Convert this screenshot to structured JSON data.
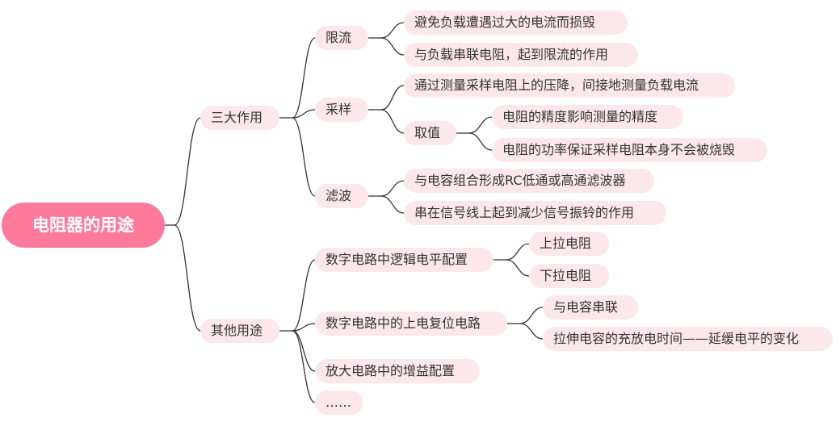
{
  "root": "电阻器的用途",
  "branches": [
    {
      "label": "三大作用",
      "children": [
        {
          "label": "限流",
          "children": [
            {
              "label": "避免负载遭遇过大的电流而损毁"
            },
            {
              "label": "与负载串联电阻，起到限流的作用"
            }
          ]
        },
        {
          "label": "采样",
          "children": [
            {
              "label": "通过测量采样电阻上的压降，间接地测量负载电流"
            },
            {
              "label": "取值",
              "children": [
                {
                  "label": "电阻的精度影响测量的精度"
                },
                {
                  "label": "电阻的功率保证采样电阻本身不会被烧毁"
                }
              ]
            }
          ]
        },
        {
          "label": "滤波",
          "children": [
            {
              "label": "与电容组合形成RC低通或高通滤波器"
            },
            {
              "label": "串在信号线上起到减少信号振铃的作用"
            }
          ]
        }
      ]
    },
    {
      "label": "其他用途",
      "children": [
        {
          "label": "数字电路中逻辑电平配置",
          "children": [
            {
              "label": "上拉电阻"
            },
            {
              "label": "下拉电阻"
            }
          ]
        },
        {
          "label": "数字电路中的上电复位电路",
          "children": [
            {
              "label": "与电容串联"
            },
            {
              "label": "拉伸电容的充放电时间——延缓电平的变化"
            }
          ]
        },
        {
          "label": "放大电路中的增益配置"
        },
        {
          "label": "……"
        }
      ]
    }
  ],
  "colors": {
    "root_fill": "#fd7a9a",
    "root_text": "#ffffff",
    "node_fill": "#fce8ea",
    "node_text": "#333333",
    "connector": "#333333"
  }
}
